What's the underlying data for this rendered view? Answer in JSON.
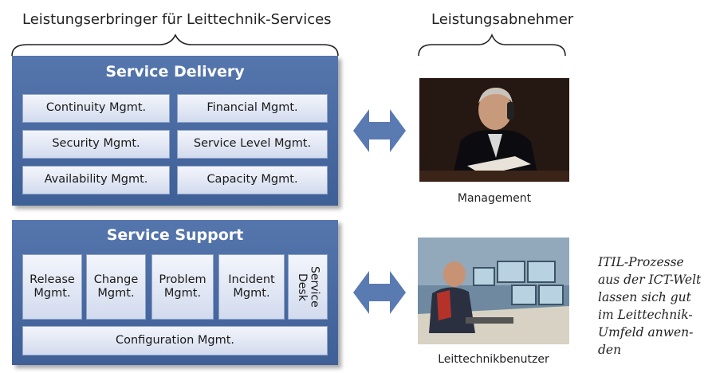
{
  "headers": {
    "provider": "Leistungserbringer für Leittechnik-Services",
    "consumer": "Leistungsabnehmer"
  },
  "service_delivery": {
    "title": "Service Delivery",
    "items": [
      "Continuity Mgmt.",
      "Financial Mgmt.",
      "Security Mgmt.",
      "Service Level Mgmt.",
      "Availability Mgmt.",
      "Capacity Mgmt."
    ]
  },
  "service_support": {
    "title": "Service Support",
    "release": [
      "Release",
      "Mgmt."
    ],
    "change": [
      "Change",
      "Mgmt."
    ],
    "problem": [
      "Problem",
      "Mgmt."
    ],
    "incident": [
      "Incident",
      "Mgmt."
    ],
    "desk": [
      "Service",
      "Desk"
    ],
    "configuration": "Configuration Mgmt."
  },
  "photos": {
    "management_caption": "Management",
    "users_caption": "Leittechnikbenutzer"
  },
  "note_lines": [
    "ITIL-Prozesse",
    "aus der ICT-Welt",
    "lassen sich gut",
    "im Leittechnik-",
    "Umfeld anwen-",
    "den"
  ],
  "colors": {
    "panel": "#4a6aa3",
    "box": "#dfe6f3",
    "arrow": "#5a7ab2"
  }
}
